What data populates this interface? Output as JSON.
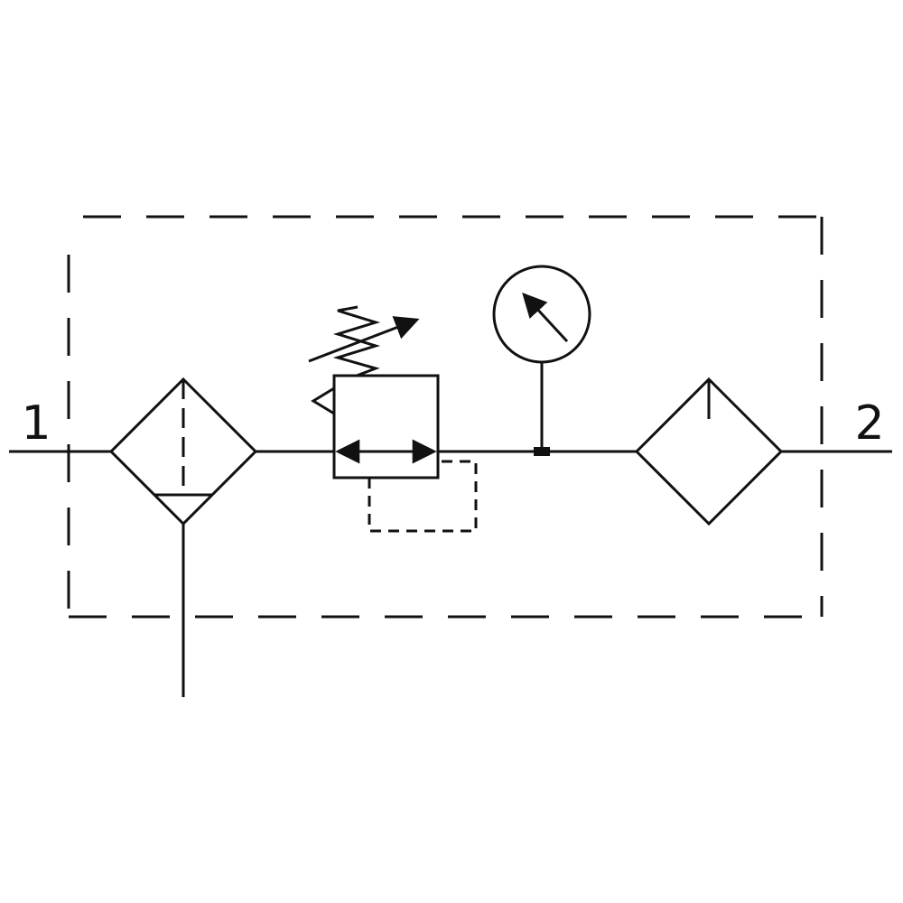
{
  "diagram": {
    "ports": {
      "inlet": "1",
      "outlet": "2"
    },
    "components": [
      "filter-with-water-separator",
      "pressure-regulator",
      "pressure-gauge",
      "lubricator"
    ],
    "colors": {
      "line": "#111111",
      "background": "#ffffff"
    }
  }
}
